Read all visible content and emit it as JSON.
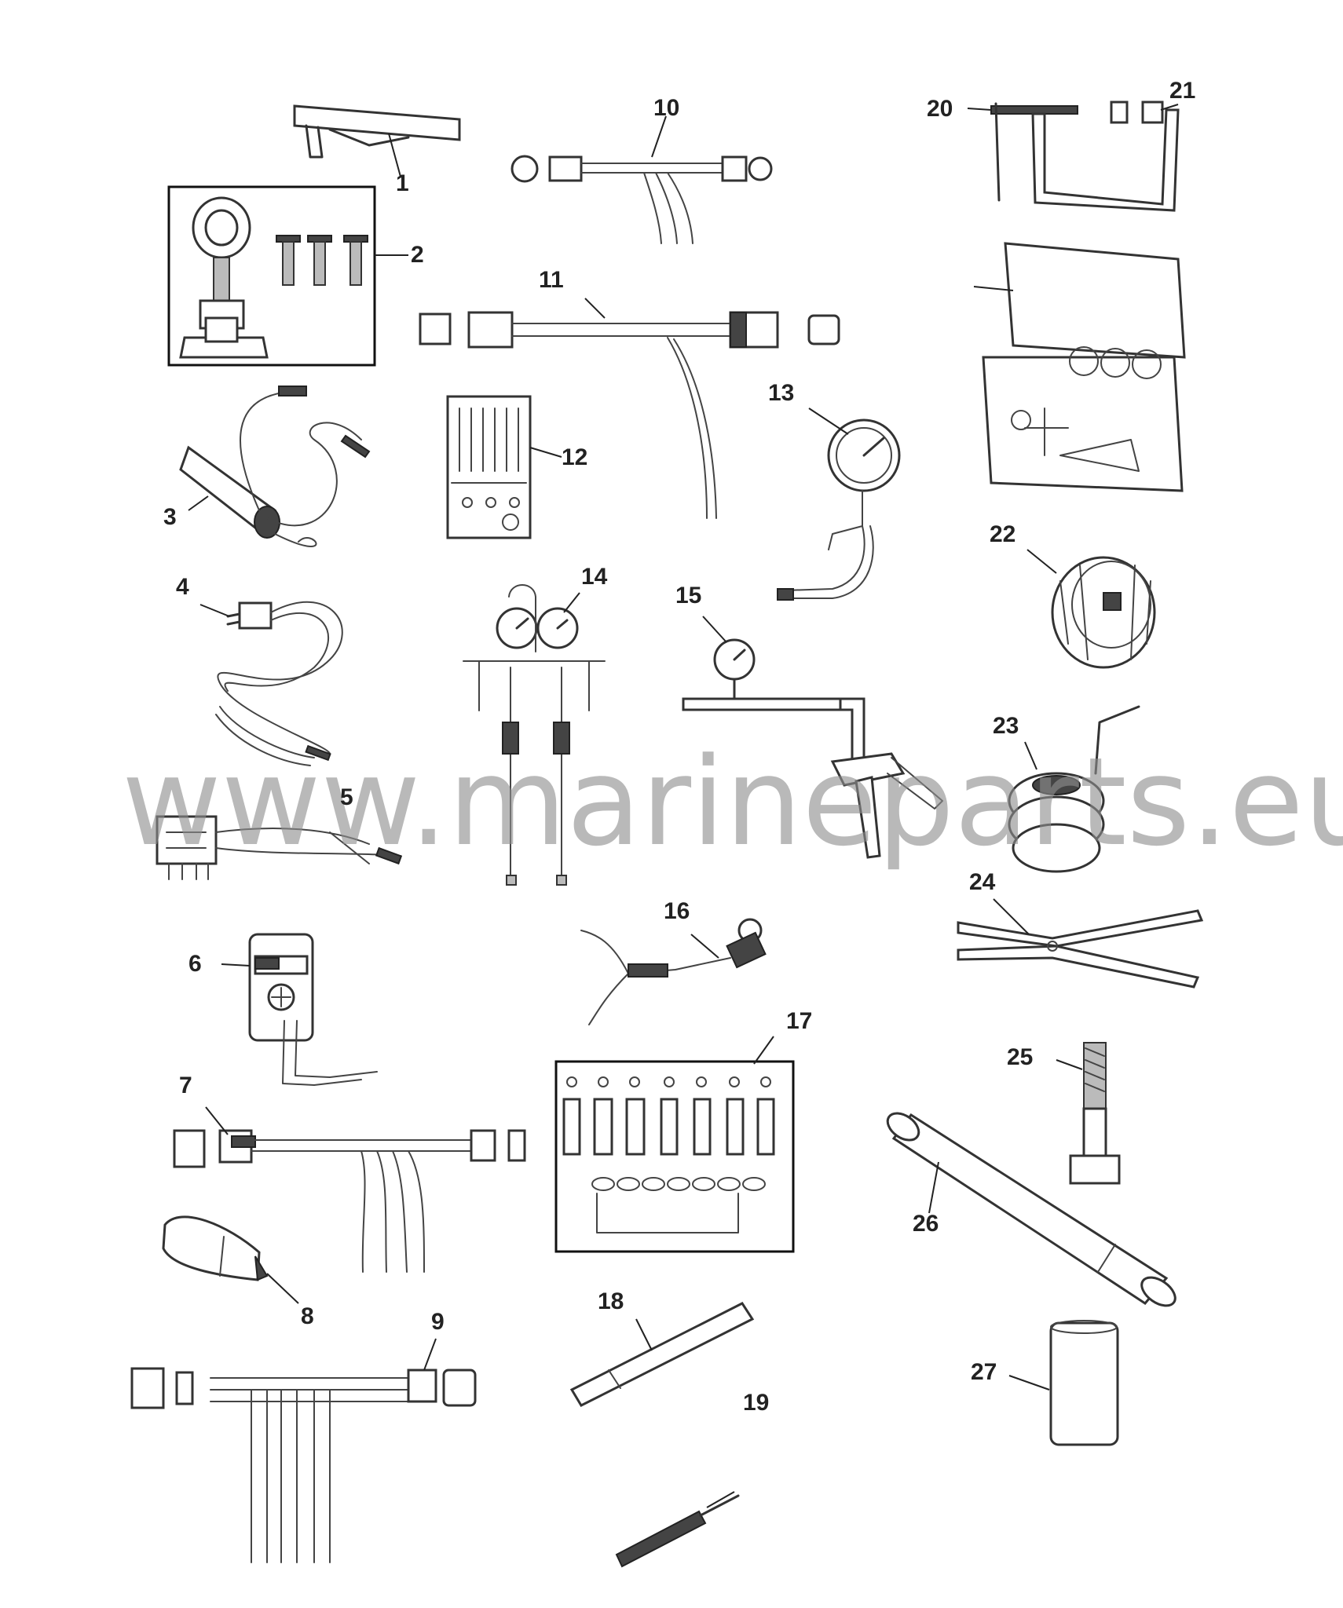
{
  "watermark": "www.marineparts.eu",
  "callouts": [
    {
      "id": "c1",
      "text": "1"
    },
    {
      "id": "c2",
      "text": "2"
    },
    {
      "id": "c3",
      "text": "3"
    },
    {
      "id": "c4",
      "text": "4"
    },
    {
      "id": "c5",
      "text": "5"
    },
    {
      "id": "c6",
      "text": "6"
    },
    {
      "id": "c7",
      "text": "7"
    },
    {
      "id": "c8",
      "text": "8"
    },
    {
      "id": "c9",
      "text": "9"
    },
    {
      "id": "c10",
      "text": "10"
    },
    {
      "id": "c11",
      "text": "11"
    },
    {
      "id": "c12",
      "text": "12"
    },
    {
      "id": "c13",
      "text": "13"
    },
    {
      "id": "c14",
      "text": "14"
    },
    {
      "id": "c15",
      "text": "15"
    },
    {
      "id": "c16",
      "text": "16"
    },
    {
      "id": "c17",
      "text": "17"
    },
    {
      "id": "c18",
      "text": "18"
    },
    {
      "id": "c19",
      "text": "19"
    },
    {
      "id": "c20",
      "text": "20"
    },
    {
      "id": "c21",
      "text": "21"
    },
    {
      "id": "c22",
      "text": "22"
    },
    {
      "id": "c23",
      "text": "23"
    },
    {
      "id": "c24",
      "text": "24"
    },
    {
      "id": "c25",
      "text": "25"
    },
    {
      "id": "c26",
      "text": "26"
    },
    {
      "id": "c27",
      "text": "27"
    }
  ]
}
